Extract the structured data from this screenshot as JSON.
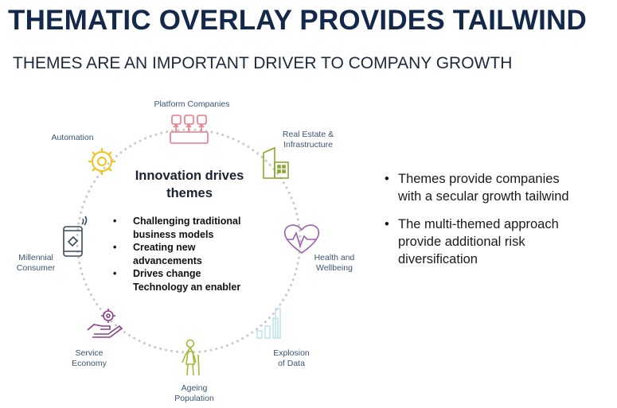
{
  "header": {
    "title": "THEMATIC OVERLAY PROVIDES TAILWIND",
    "subtitle": "THEMES ARE AN IMPORTANT DRIVER TO COMPANY GROWTH"
  },
  "diagram": {
    "themes": {
      "platform": {
        "l1": "Platform Companies",
        "l2": "",
        "icon": "platform-network-icon",
        "color": "#e57a8a"
      },
      "realestate": {
        "l1": "Real Estate &",
        "l2": "Infrastructure",
        "icon": "building-icon",
        "color": "#8aa82f"
      },
      "health": {
        "l1": "Health and",
        "l2": "Wellbeing",
        "icon": "heart-pulse-icon",
        "color": "#9b5fae"
      },
      "data": {
        "l1": "Explosion",
        "l2": "of Data",
        "icon": "bar-chart-icon",
        "color": "#bfe3ec"
      },
      "ageing": {
        "l1": "Ageing",
        "l2": "Population",
        "icon": "elderly-person-icon",
        "color": "#a7b836"
      },
      "service": {
        "l1": "Service",
        "l2": "Economy",
        "icon": "hand-gear-icon",
        "color": "#8a3f8a"
      },
      "millennial": {
        "l1": "Millennial",
        "l2": "Consumer",
        "icon": "smartphone-icon",
        "color": "#3a4a5a"
      },
      "automation": {
        "l1": "Automation",
        "l2": "",
        "icon": "gear-icon",
        "color": "#f1c21b"
      }
    },
    "center": {
      "heading": "Innovation drives themes",
      "bullets": [
        "Challenging traditional",
        "business models",
        "Creating new",
        "advancements",
        "Drives change",
        "Technology an enabler"
      ]
    },
    "circle_color": "#c9c9c9"
  },
  "points": {
    "bullet": "•",
    "p1a": "Themes provide companies",
    "p1b": "with a secular growth tailwind",
    "p2a": "The multi-themed approach",
    "p2b": "provide additional risk",
    "p2c": "diversification"
  }
}
